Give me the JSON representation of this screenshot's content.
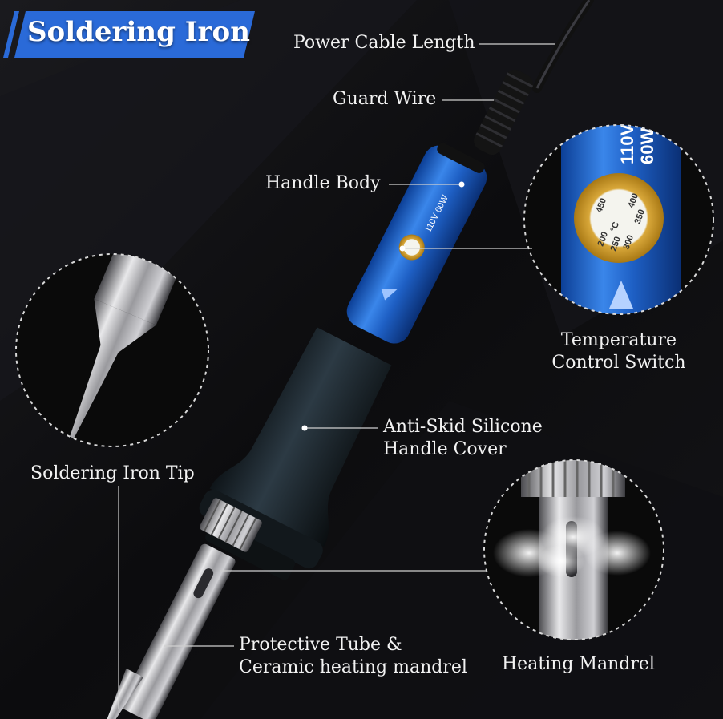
{
  "title": "Soldering Iron",
  "colors": {
    "accent": "#2a6ad8",
    "handle_blue": "#1f5fc0",
    "background": "#0b0b0d",
    "label_text": "#f2f2f2"
  },
  "labels": {
    "power_cable_length": "Power Cable Length",
    "guard_wire": "Guard Wire",
    "handle_body": "Handle Body",
    "temperature_control_switch": [
      "Temperature",
      "Control Switch"
    ],
    "anti_skid_cover": [
      "Anti-Skid Silicone",
      "Handle Cover"
    ],
    "soldering_iron_tip": "Soldering Iron Tip",
    "protective_tube": [
      "Protective Tube &",
      "Ceramic heating mandrel"
    ],
    "heating_mandrel": "Heating Mandrel"
  },
  "handle_print": {
    "voltage": "110V",
    "wattage": "60W"
  },
  "dial": {
    "scale": [
      "200",
      "250",
      "300",
      "350",
      "400",
      "450"
    ],
    "unit": "°C"
  }
}
